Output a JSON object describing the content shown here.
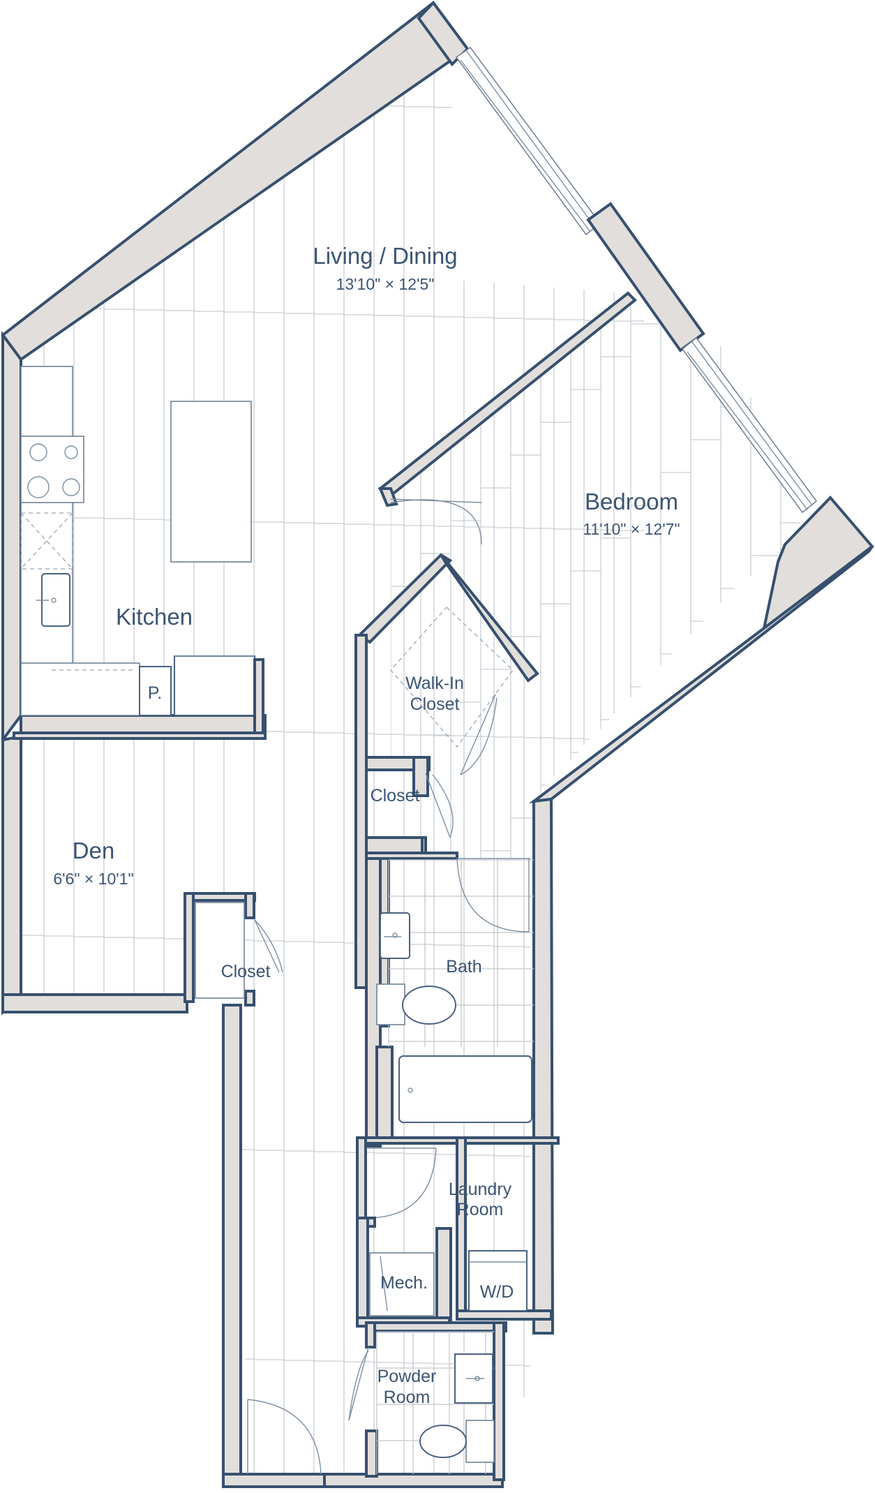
{
  "rooms": {
    "living": {
      "name": "Living / Dining",
      "dims": "13'10\" × 12'5\""
    },
    "bedroom": {
      "name": "Bedroom",
      "dims": "11'10\" × 12'7\""
    },
    "kitchen": {
      "name": "Kitchen"
    },
    "pantry": {
      "name": "P."
    },
    "den": {
      "name": "Den",
      "dims": "6'6\" × 10'1\""
    },
    "den_closet": {
      "name": "Closet"
    },
    "walk_in_closet": {
      "line1": "Walk-In",
      "line2": "Closet"
    },
    "bedroom_closet": {
      "name": "Closet"
    },
    "bath": {
      "name": "Bath"
    },
    "laundry": {
      "line1": "Laundry",
      "line2": "Room"
    },
    "mech": {
      "name": "Mech."
    },
    "washer_dryer": {
      "name": "W/D"
    },
    "powder_room": {
      "line1": "Powder",
      "line2": "Room"
    }
  },
  "colors": {
    "wall_stroke": "#37506e",
    "wall_fill": "#e1dedb",
    "label": "#3b5573",
    "floor_plank": "#c9ced4"
  }
}
